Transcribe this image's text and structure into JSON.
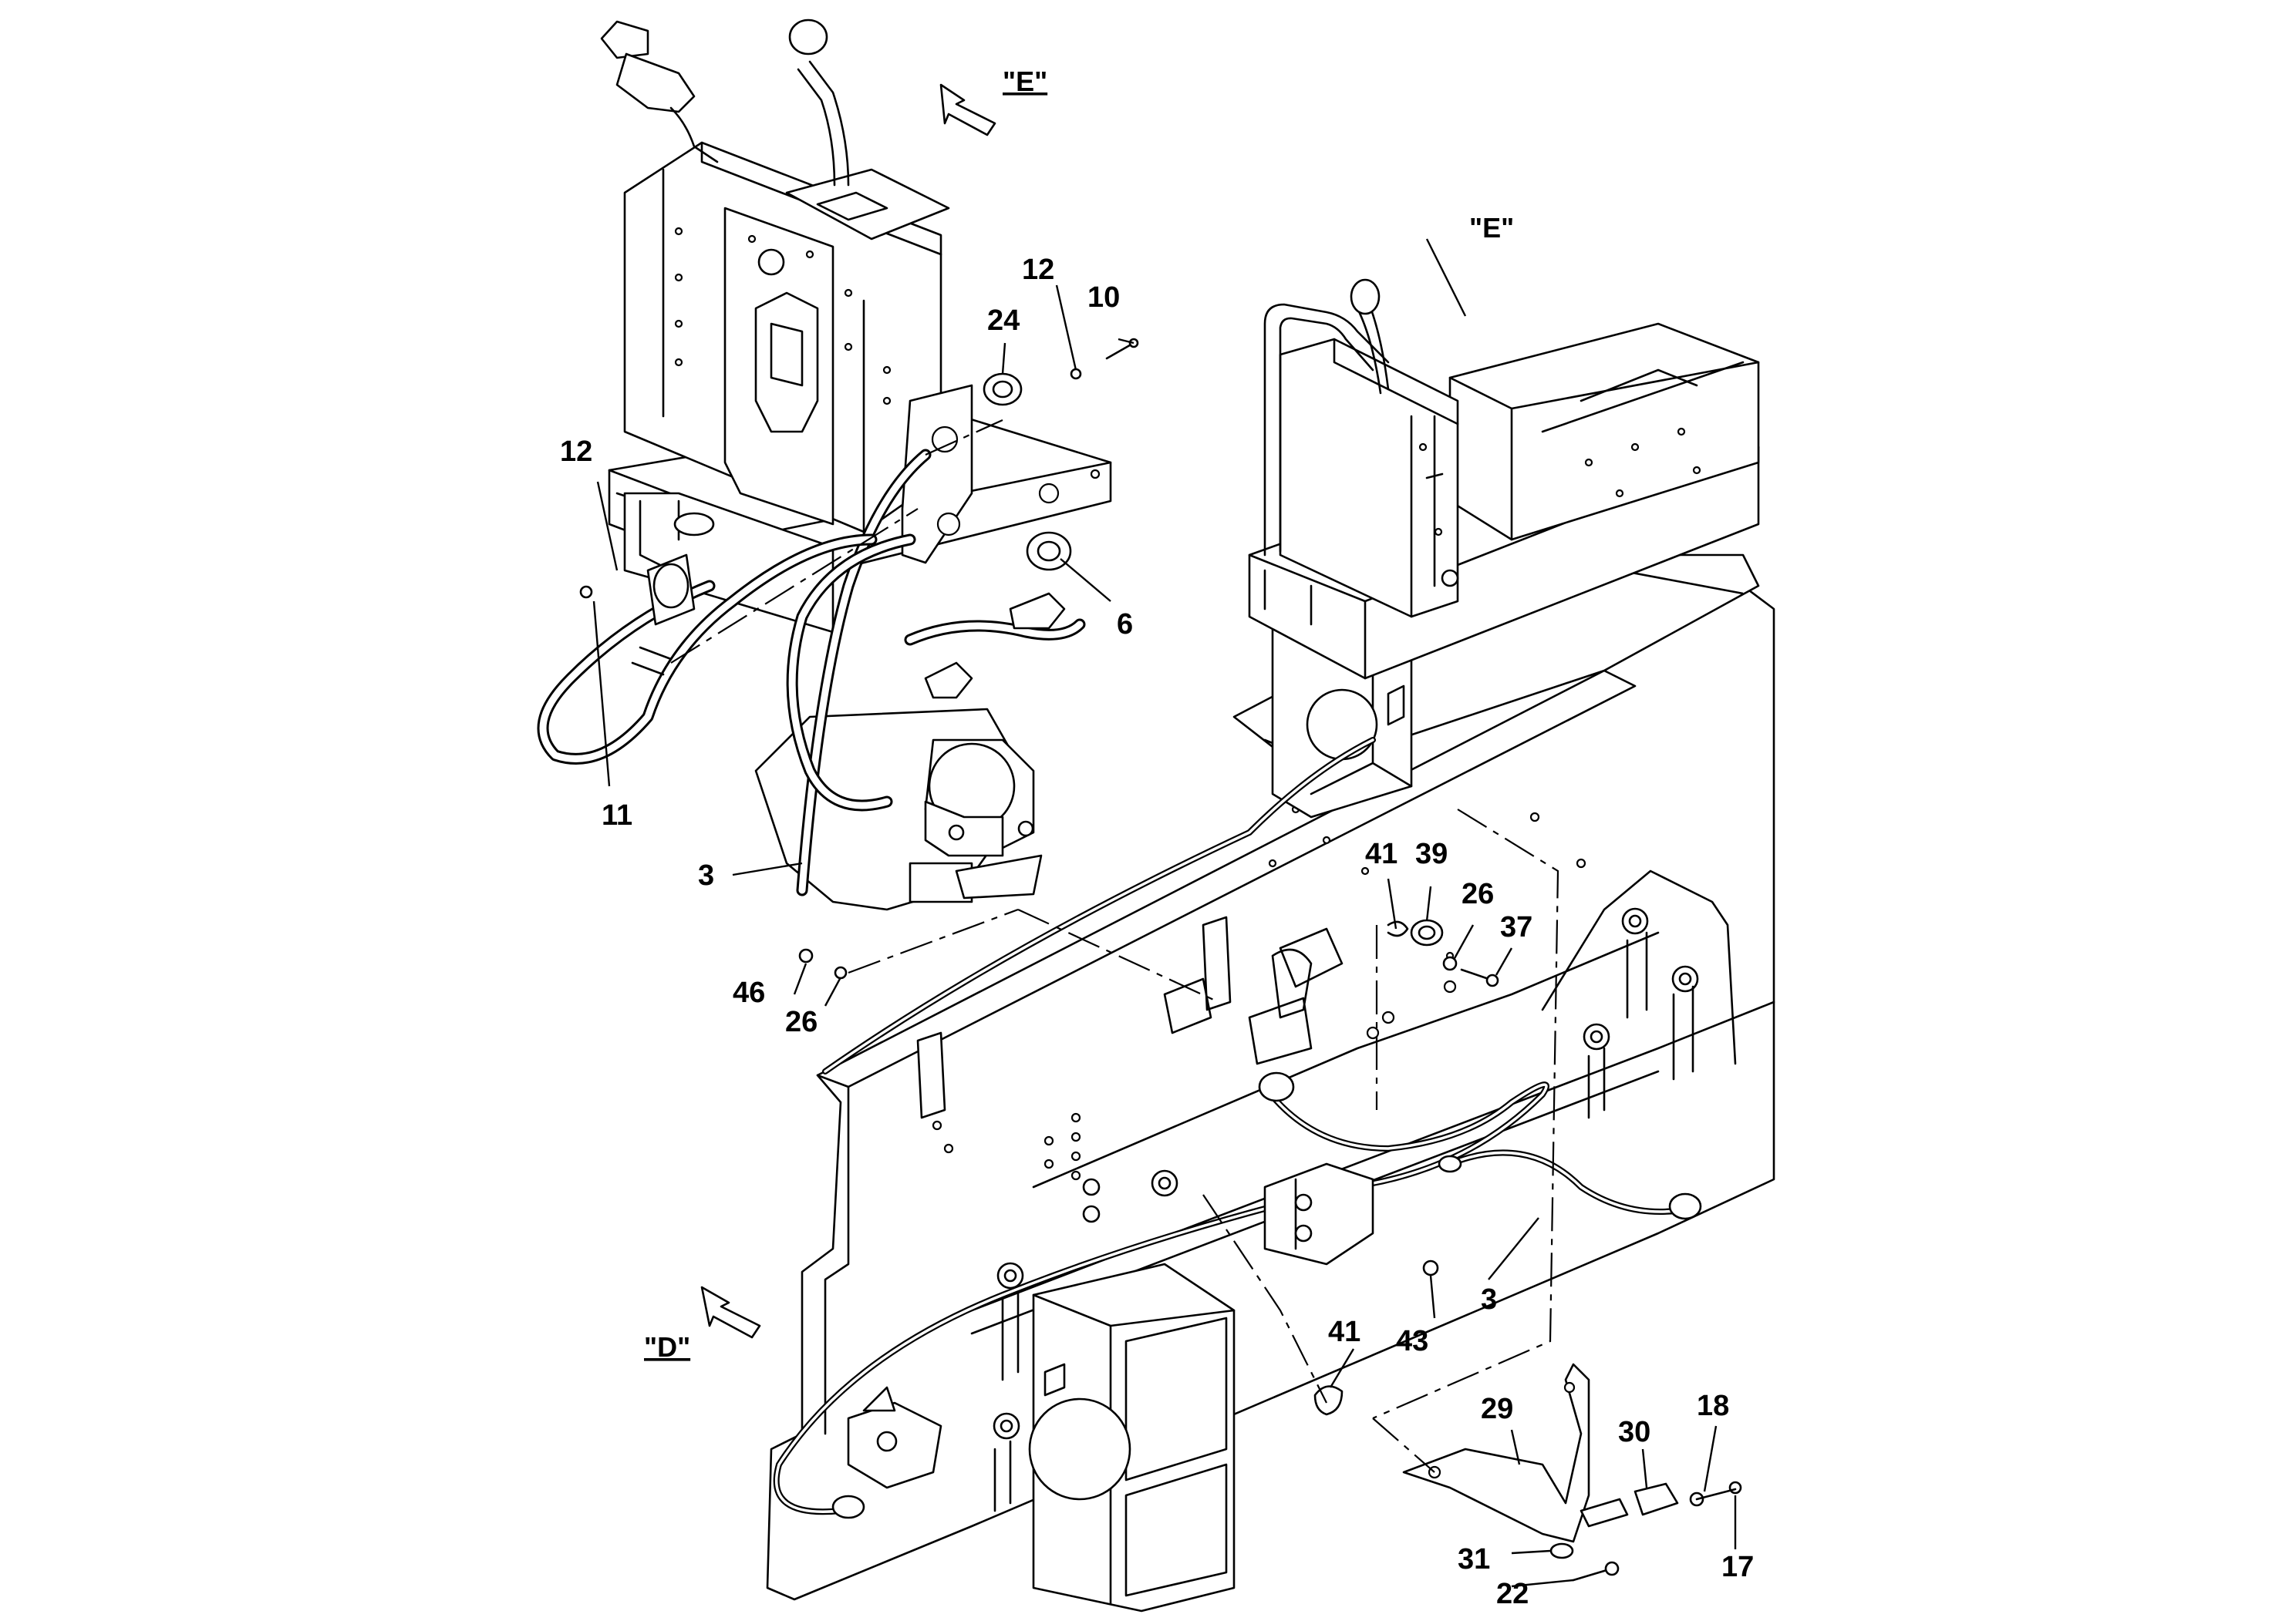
{
  "views": [
    {
      "id": "E-arrow",
      "text": "\"E\""
    },
    {
      "id": "E-top",
      "text": "\"E\""
    },
    {
      "id": "D-arrow",
      "text": "\"D\""
    }
  ],
  "callouts": [
    {
      "id": "c12a",
      "text": "12"
    },
    {
      "id": "c10",
      "text": "10"
    },
    {
      "id": "c24",
      "text": "24"
    },
    {
      "id": "c12b",
      "text": "12"
    },
    {
      "id": "c6",
      "text": "6"
    },
    {
      "id": "c11",
      "text": "11"
    },
    {
      "id": "c3a",
      "text": "3"
    },
    {
      "id": "c41a",
      "text": "41"
    },
    {
      "id": "c39",
      "text": "39"
    },
    {
      "id": "c26a",
      "text": "26"
    },
    {
      "id": "c37",
      "text": "37"
    },
    {
      "id": "c46",
      "text": "46"
    },
    {
      "id": "c26b",
      "text": "26"
    },
    {
      "id": "c3b",
      "text": "3"
    },
    {
      "id": "c41b",
      "text": "41"
    },
    {
      "id": "c43",
      "text": "43"
    },
    {
      "id": "c29",
      "text": "29"
    },
    {
      "id": "c30",
      "text": "30"
    },
    {
      "id": "c18",
      "text": "18"
    },
    {
      "id": "c17",
      "text": "17"
    },
    {
      "id": "c31",
      "text": "31"
    },
    {
      "id": "c22",
      "text": "22"
    }
  ]
}
